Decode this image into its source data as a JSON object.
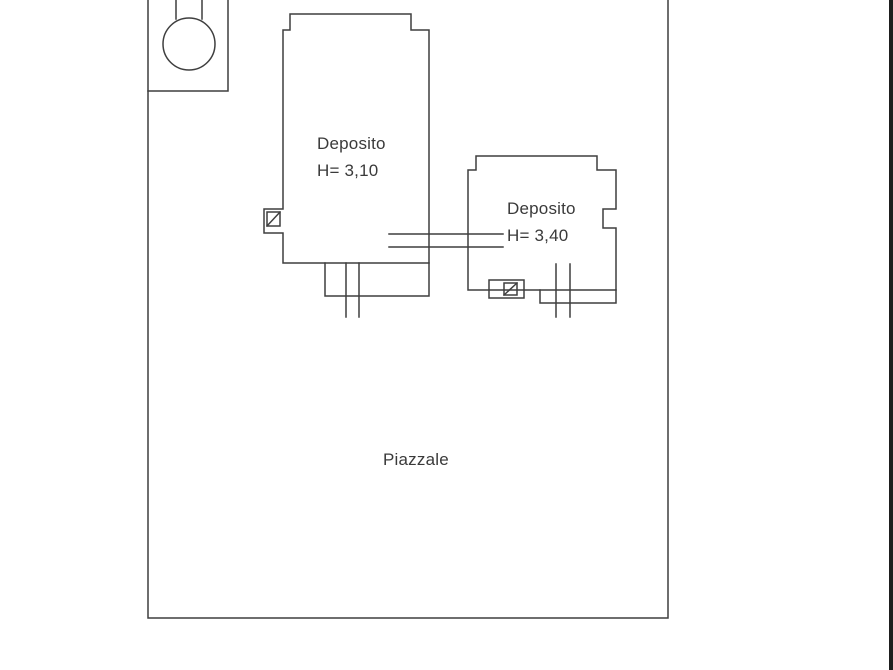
{
  "plan": {
    "type": "floor-plan",
    "buildings": {
      "left": {
        "label": "Deposito",
        "height_label": "H= 3,10"
      },
      "right": {
        "label": "Deposito",
        "height_label": "H= 3,40"
      }
    },
    "yard": {
      "label": "Piazzale"
    },
    "colors": {
      "line": "#3f3f3f",
      "text": "#3a3a3a",
      "background": "#ffffff",
      "scan_edge": "#1e1e1e"
    }
  }
}
